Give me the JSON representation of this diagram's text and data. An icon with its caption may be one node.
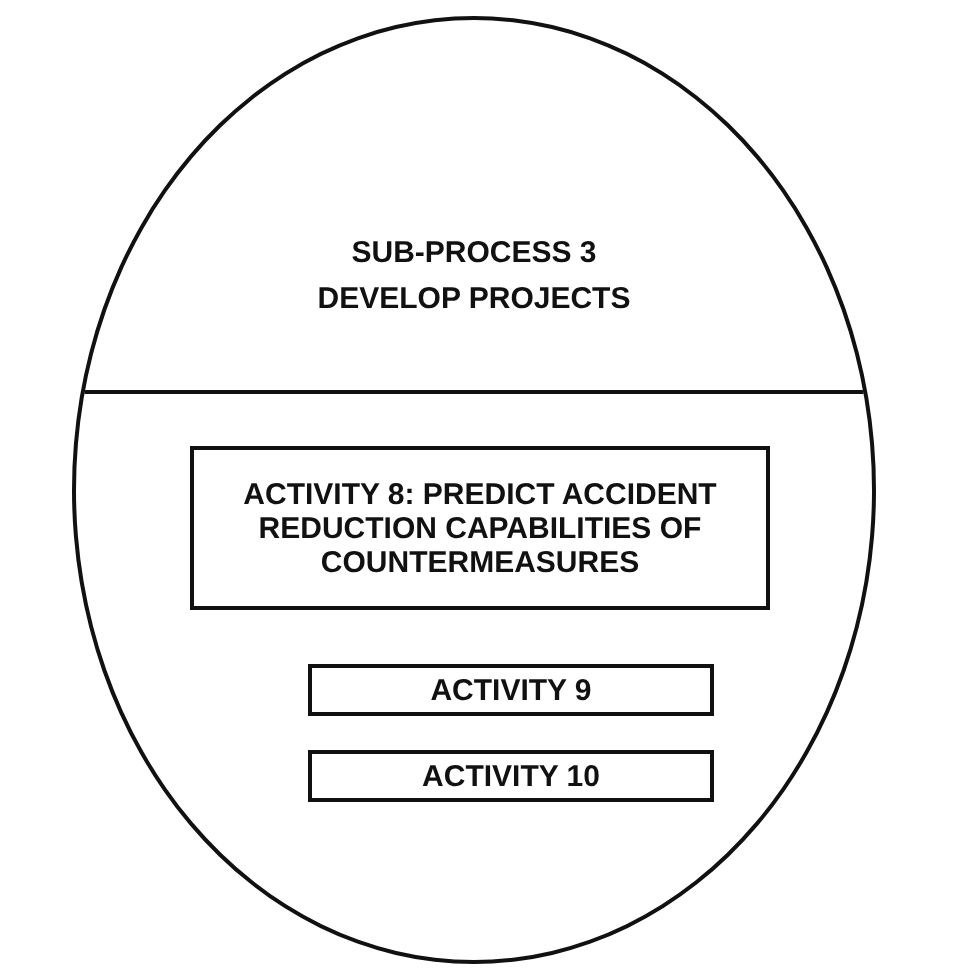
{
  "diagram": {
    "nodes": [
      {
        "text": [
          "SUB-PROCESS 3 DEVELOP PROJECTS"
        ]
      },
      {
        "text": [
          "ACTIVITY 8: PREDICT ACCIDENT REDUCTION CAPABILITIES OF COUNTERMEASURES"
        ],
        "in": 0
      },
      {
        "text": [
          "ACTIVITY 9"
        ],
        "in": 0
      },
      {
        "text": [
          "ACTIVITY 10"
        ],
        "in": 0
      }
    ],
    "edges": []
  }
}
